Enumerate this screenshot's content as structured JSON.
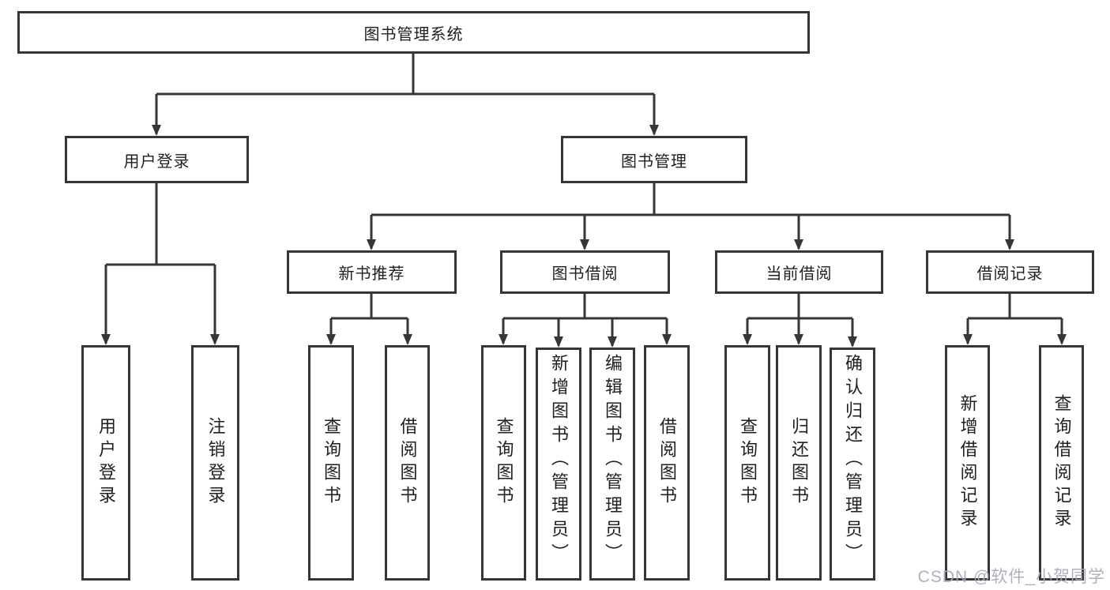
{
  "diagram": {
    "title": "图书管理系统",
    "colors": {
      "line": "#363636",
      "box_border": "#363636",
      "box_background": "#ffffff",
      "text": "#1f1f1f",
      "watermark": "#a9a9bb"
    },
    "nodes": {
      "root": {
        "label": "图书管理系统"
      },
      "userLogin": {
        "label": "用户登录"
      },
      "bookMgmt": {
        "label": "图书管理"
      },
      "newBookRec": {
        "label": "新书推荐"
      },
      "bookBorrow": {
        "label": "图书借阅"
      },
      "currentBorrow": {
        "label": "当前借阅"
      },
      "borrowRecord": {
        "label": "借阅记录"
      },
      "loginLeaf": {
        "label": "用户登录"
      },
      "logoutLeaf": {
        "label": "注销登录"
      },
      "recQueryBook": {
        "label": "查询图书"
      },
      "recBorrowBook": {
        "label": "借阅图书"
      },
      "bbQueryBook": {
        "label": "查询图书"
      },
      "bbAddBook": {
        "label": "新增图书（管理员）"
      },
      "bbEditBook": {
        "label": "编辑图书（管理员）"
      },
      "bbBorrowBook": {
        "label": "借阅图书"
      },
      "cbQueryBook": {
        "label": "查询图书"
      },
      "cbReturnBook": {
        "label": "归还图书"
      },
      "cbConfirmReturn": {
        "label": "确认归还（管理员）"
      },
      "brAddRecord": {
        "label": "新增借阅记录"
      },
      "brQueryRecord": {
        "label": "查询借阅记录"
      }
    },
    "hierarchy": {
      "图书管理系统": {
        "用户登录": [
          "用户登录",
          "注销登录"
        ],
        "图书管理": {
          "新书推荐": [
            "查询图书",
            "借阅图书"
          ],
          "图书借阅": [
            "查询图书",
            "新增图书（管理员）",
            "编辑图书（管理员）",
            "借阅图书"
          ],
          "当前借阅": [
            "查询图书",
            "归还图书",
            "确认归还（管理员）"
          ],
          "借阅记录": [
            "新增借阅记录",
            "查询借阅记录"
          ]
        }
      }
    },
    "watermark": "CSDN @软件_小贺同学"
  }
}
